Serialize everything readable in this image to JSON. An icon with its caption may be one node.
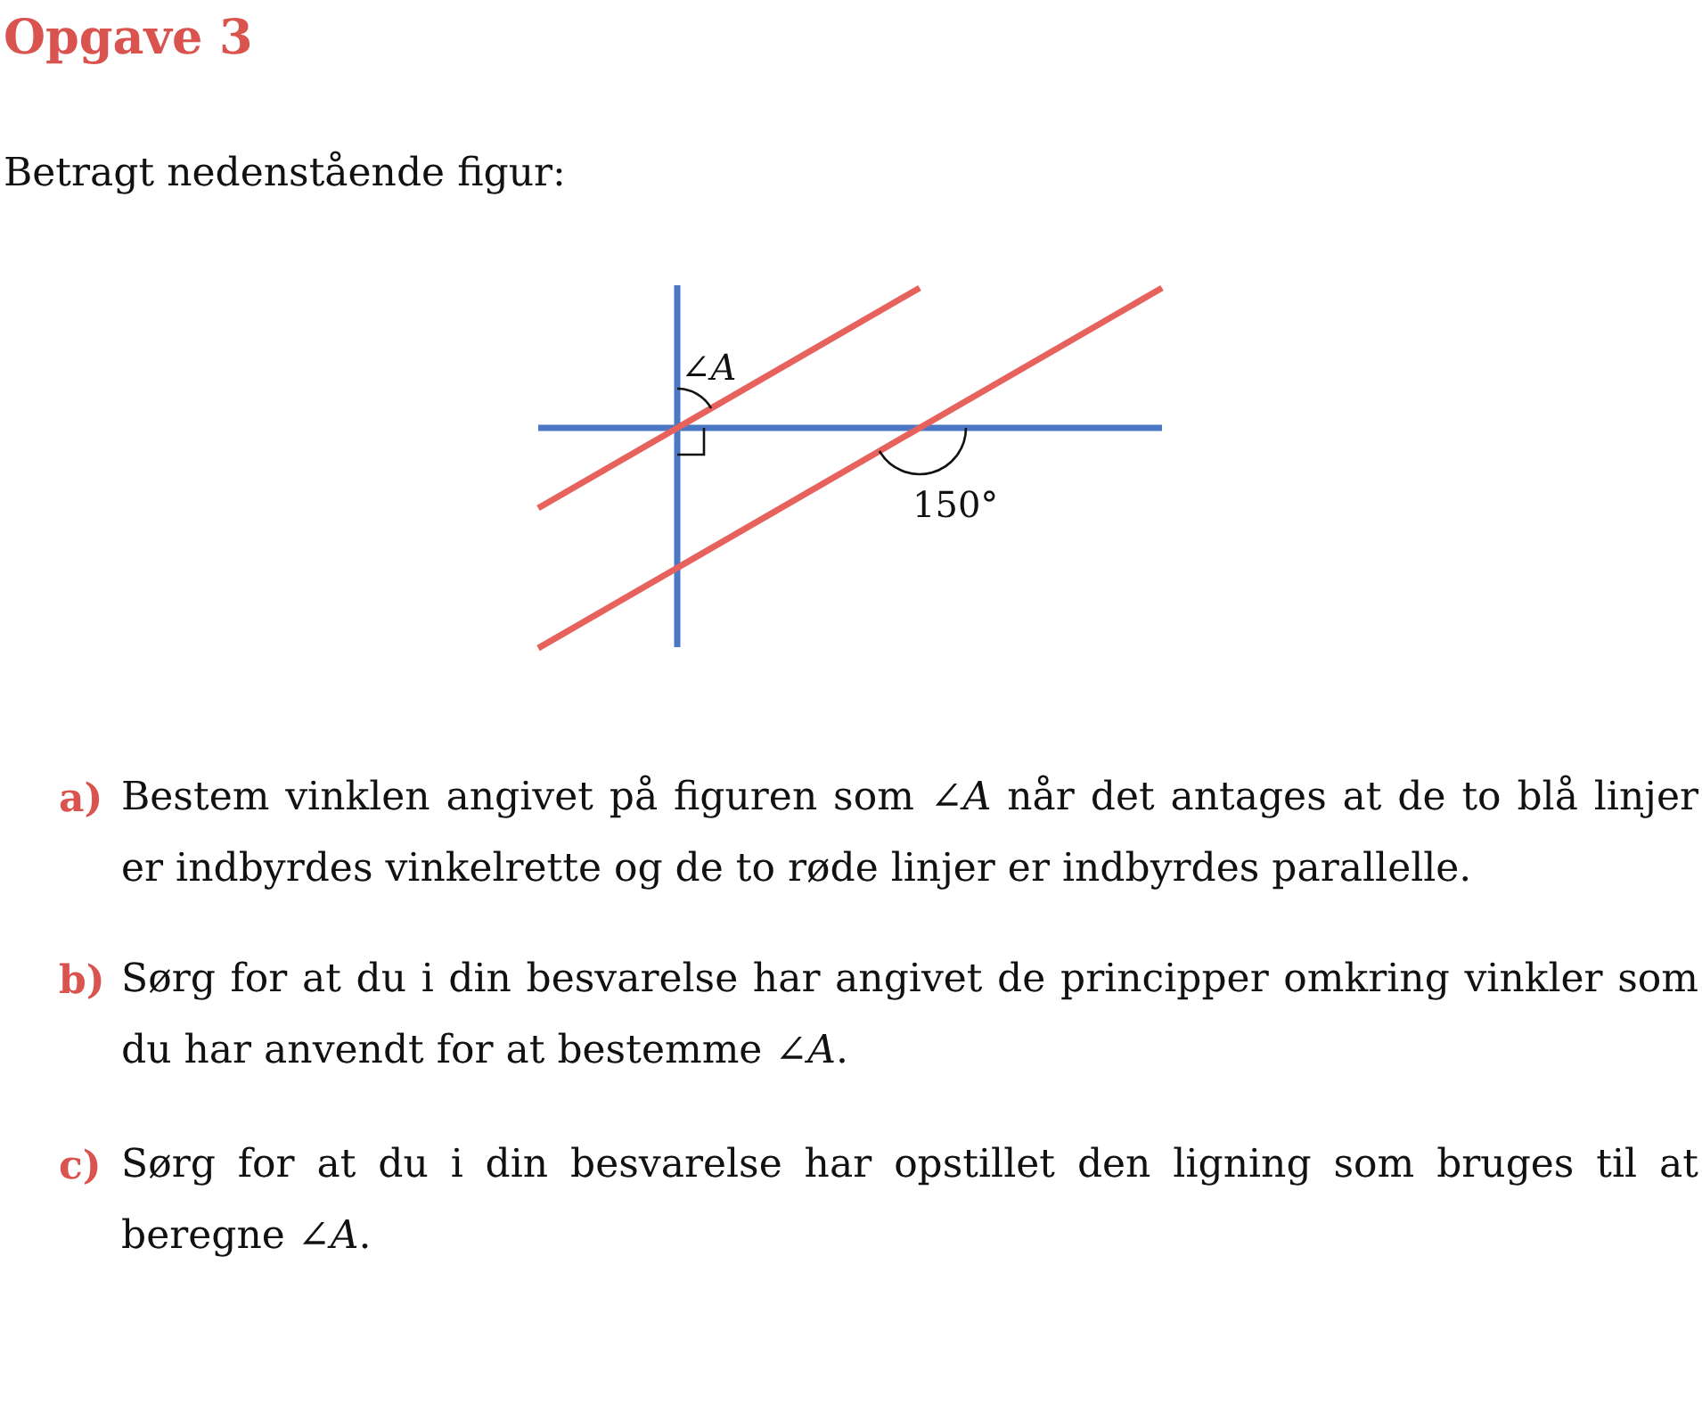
{
  "diagram": {
    "title": "Opgave 3",
    "labels": [
      "Betragt nedenstående figur:",
      "∠*A*",
      "150°",
      "a)",
      "Bestem vinklen angivet på figuren som ∠*A* når det antages at de to blå linjer er indbyrdes vinkelrette og de to røde linjer er indbyrdes parallelle.",
      "b)",
      "Sørg for at du i din besvarelse har angivet de principper omkring vinkler som du har anvendt for at bestemme ∠*A*.",
      "c)",
      "Sørg for at du i din besvarelse har opstillet den ligning som bruges til at beregne ∠*A*."
    ]
  }
}
